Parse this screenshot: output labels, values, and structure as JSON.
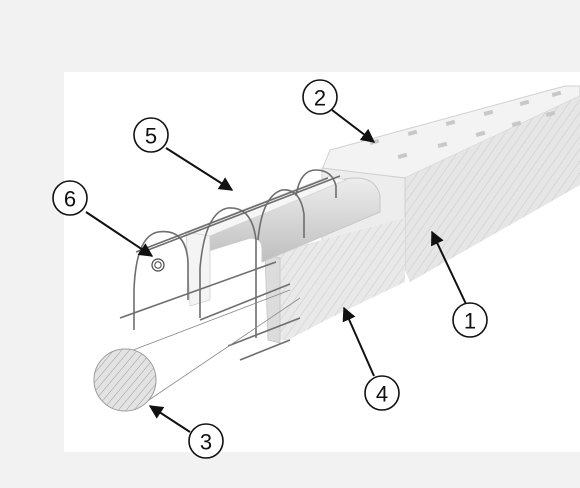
{
  "diagram": {
    "callouts": [
      {
        "label": "1"
      },
      {
        "label": "2"
      },
      {
        "label": "3"
      },
      {
        "label": "4"
      },
      {
        "label": "5"
      },
      {
        "label": "6"
      }
    ]
  }
}
